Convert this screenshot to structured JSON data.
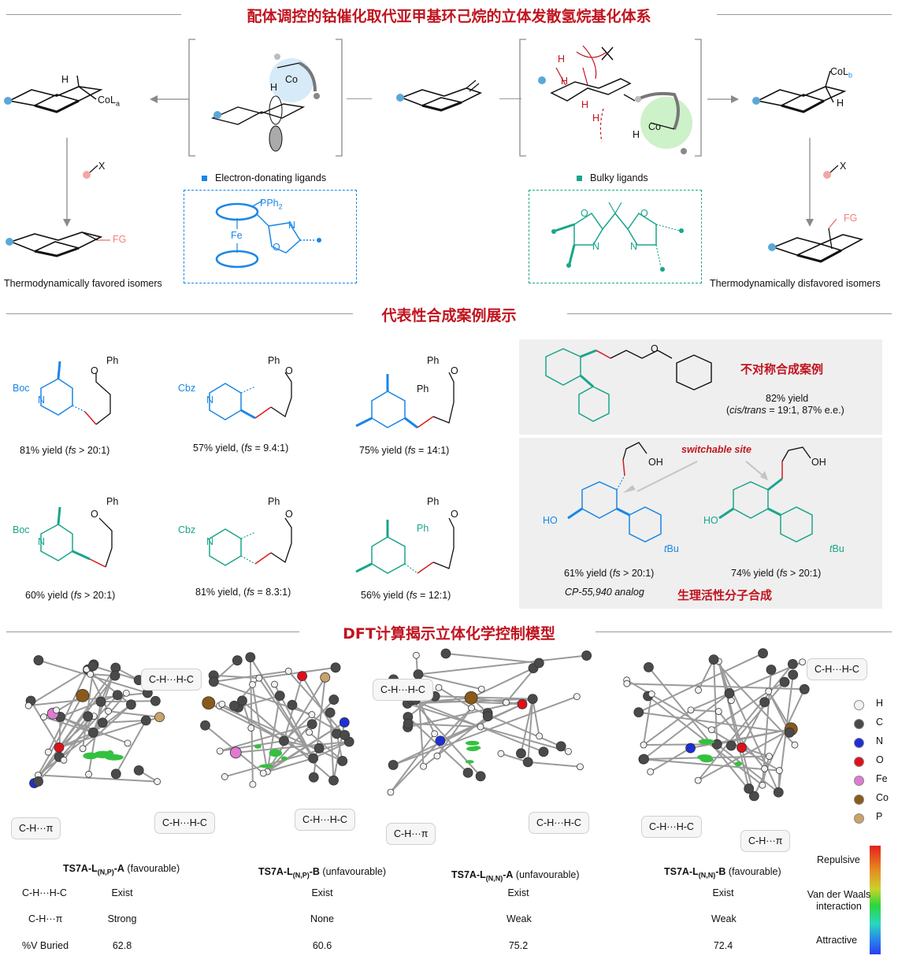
{
  "titles": {
    "top": "配体调控的钴催化取代亚甲基环己烷的立体发散氢烷基化体系",
    "middle": "代表性合成案例展示",
    "bottom": "DFT计算揭示立体化学控制模型"
  },
  "top_panel": {
    "left_product_label_main": "CoL",
    "left_product_label_sub": "a",
    "right_product_label_main": "CoL",
    "right_product_label_sub": "b",
    "reagent_x": "X",
    "fg": "FG",
    "h": "H",
    "co": "Co",
    "left_ligand_caption": "Electron-donating ligands",
    "right_ligand_caption": "Bulky ligands",
    "left_outcome": "Thermodynamically favored isomers",
    "right_outcome": "Thermodynamically disfavored isomers",
    "ferrocene_fe": "Fe",
    "ferrocene_pph2_main": "PPh",
    "ferrocene_pph2_sub": "2",
    "atom_n": "N",
    "atom_o": "O"
  },
  "examples": {
    "row1": [
      {
        "caption_pre": "81% yield (",
        "fs": "fs",
        "caption_post": " > 20:1)",
        "pg": "Boc",
        "n": "N",
        "tail": "O",
        "ph": "Ph"
      },
      {
        "caption_pre": "57% yield, (",
        "fs": "fs",
        "caption_post": " = 9.4:1)",
        "pg": "Cbz",
        "n": "N",
        "tail": "O",
        "ph": "Ph"
      },
      {
        "caption_pre": "75% yield (",
        "fs": "fs",
        "caption_post": " = 14:1)",
        "ph_sub": "Ph",
        "tail": "O",
        "ph": "Ph"
      }
    ],
    "row2": [
      {
        "caption_pre": "60% yield (",
        "fs": "fs",
        "caption_post": " > 20:1)",
        "pg": "Boc",
        "n": "N",
        "tail": "O",
        "ph": "Ph"
      },
      {
        "caption_pre": "81% yield, (",
        "fs": "fs",
        "caption_post": " = 8.3:1)",
        "pg": "Cbz",
        "n": "N",
        "tail": "O",
        "ph": "Ph"
      },
      {
        "caption_pre": "56% yield (",
        "fs": "fs",
        "caption_post": " = 12:1)",
        "ph_sub": "Ph",
        "tail": "O",
        "ph": "Ph"
      }
    ],
    "asym": {
      "title": "不对称合成案例",
      "yield": "82% yield",
      "detail_pre": "(",
      "detail_italic": "cis/trans",
      "detail_post": " = 19:1, 87% e.e.)",
      "o": "O"
    },
    "bio": {
      "switchable": "switchable site",
      "left_caption_pre": "61% yield (",
      "left_caption_fs": "fs",
      "left_caption_post": " > 20:1)",
      "left_subcaption": "CP-55,940 analog",
      "right_caption_pre": "74% yield (",
      "right_caption_fs": "fs",
      "right_caption_post": " > 20:1)",
      "title": "生理活性分子合成",
      "ho": "HO",
      "oh": "OH",
      "tbu_t": "t",
      "tbu_rest": "Bu"
    }
  },
  "dft": {
    "callouts": {
      "chh_1": "C-H···H-C",
      "chh_2": "C-H···H-C",
      "chh_3": "C-H···H-C",
      "chh_4": "C-H···H-C",
      "chh_5": "C-H···H-C",
      "chh_6": "C-H···H-C",
      "chpi_1": "C-H···π",
      "chpi_2": "C-H···π",
      "chpi_3": "C-H···π"
    },
    "legend": [
      {
        "label": "H",
        "color": "#f2f2f2"
      },
      {
        "label": "C",
        "color": "#4a4a4a"
      },
      {
        "label": "N",
        "color": "#1d2fd6"
      },
      {
        "label": "O",
        "color": "#e0101a"
      },
      {
        "label": "Fe",
        "color": "#e07ad0"
      },
      {
        "label": "Co",
        "color": "#8a5a1a"
      },
      {
        "label": "P",
        "color": "#c9a36a"
      }
    ],
    "colorbar": {
      "top": "Repulsive",
      "middle": "Van der Waals interaction",
      "bottom": "Attractive"
    },
    "structures": [
      {
        "pre": "TS7A-L",
        "sub": "(N,P)",
        "post": "-A",
        "note": " (favourable)"
      },
      {
        "pre": "TS7A-L",
        "sub": "(N,P)",
        "post": "-B",
        "note": " (unfavourable)"
      },
      {
        "pre": "TS7A-L",
        "sub": "(N,N)",
        "post": "-A",
        "note": " (unfavourable)"
      },
      {
        "pre": "TS7A-L",
        "sub": "(N,N)",
        "post": "-B",
        "note": " (favourable)"
      }
    ],
    "table": {
      "row_labels": [
        "C-H···H-C",
        "C-H···π",
        "%V Buried"
      ],
      "rows": [
        [
          "Exist",
          "Exist",
          "Exist",
          "Exist"
        ],
        [
          "Strong",
          "None",
          "Weak",
          "Weak"
        ],
        [
          "62.8",
          "60.6",
          "75.2",
          "72.4"
        ]
      ]
    }
  },
  "colors": {
    "title_red": "#c0141f",
    "blue": "#1a86e6",
    "green": "#1aa58a",
    "red_bond": "#d81b1b",
    "panel_gray": "#efefef"
  }
}
